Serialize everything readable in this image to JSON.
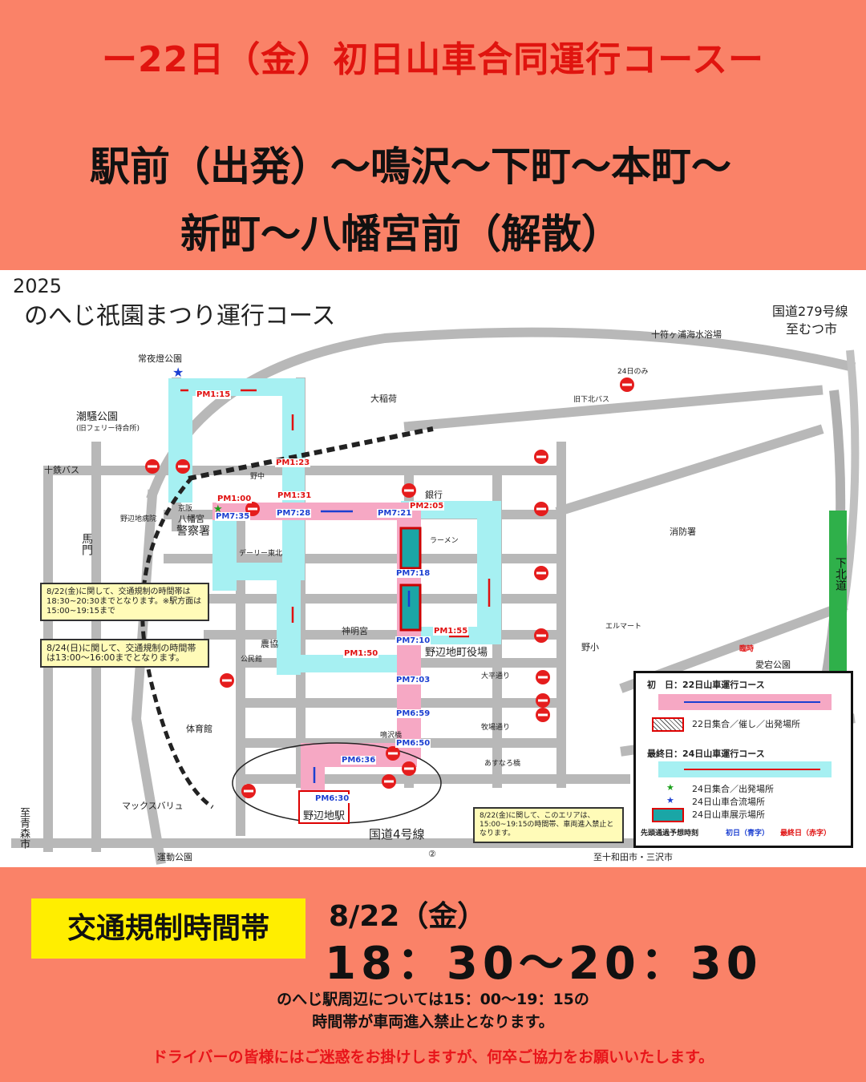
{
  "header": {
    "title": "ー22日（金）初日山車合同運行コースー",
    "route_line1": "駅前（出発）～鳴沢～下町～本町～",
    "route_line2": "新町～八幡宮前（解散）"
  },
  "map": {
    "year": "2025",
    "title": "のへじ祇園まつり運行コース",
    "places": {
      "route279": "国道279号線",
      "mutsu": "至むつ市",
      "tsunezumi": "常夜燈公園",
      "shiosai": "潮騒公園",
      "shiosai_sub": "(旧フェリー待合所)",
      "jutetsu": "十鉄バス",
      "tofu": "十符ヶ浦海水浴場",
      "oinari": "大稲荷",
      "bus_old": "旧下北バス",
      "only24": "24日のみ",
      "nonaka": "野中",
      "bank": "銀行",
      "station_hachiman": "八幡宮",
      "police": "警察署",
      "nobechi_clinic": "野辺地病院",
      "uma": "馬門",
      "fire": "消防署",
      "shimokita": "下北道",
      "noukyo": "農協",
      "shinmei": "神明宮",
      "town_hall": "野辺地町役場",
      "kouminkan": "公民館",
      "elmart": "エルマート",
      "nosho": "野小",
      "aimiya": "愛宕公園",
      "rinji": "臨時",
      "taiikukan": "体育館",
      "ohira": "大平通り",
      "makiba": "牧場通り",
      "asunaro": "あすなろ橋",
      "narusawa": "鳴沢橋",
      "ramen": "ラーメン",
      "maxvalu": "マックスバリュ",
      "aomori": "至青森市",
      "undo": "運動公園",
      "route4": "国道4号線",
      "towada": "至十和田市・三沢市",
      "station": "野辺地駅",
      "circle2": "②",
      "dairy": "デーリー東北",
      "keihan": "京阪"
    },
    "times_red": [
      "PM1:15",
      "PM1:23",
      "PM1:31",
      "PM1:00",
      "PM2:05",
      "PM1:55",
      "PM1:50"
    ],
    "times_blue": [
      "PM7:35",
      "PM7:28",
      "PM7:21",
      "PM7:18",
      "PM7:10",
      "PM7:03",
      "PM6:59",
      "PM6:50",
      "PM6:36",
      "PM6:30"
    ],
    "note1": "8/22(金)に関して、交通規制の時間帯は18:30~20:30までとなります。※駅方面は15:00~19:15まで",
    "note2": "8/24(日)に関して、交通規制の時間帯は13:00～16:00までとなります。",
    "note3": "8/22(金)に関して、このエリアは、15:00~19:15の時間帯、車両進入禁止となります。",
    "legend": {
      "day1": "初　日：22日山車運行コース",
      "day1_gather": "22日集合／催し／出発場所",
      "last": "最終日：24日山車運行コース",
      "green": "24日集合／出発場所",
      "blue": "24日山車合流場所",
      "display": "24日山車展示場所",
      "footer": "先頭通過予想時刻",
      "footer_blue": "初日（青字）",
      "footer_red": "最終日（赤字）"
    }
  },
  "bottom": {
    "badge": "交通規制時間帯",
    "date": "8/22（金）",
    "time": "18：30～20：30",
    "note1": "のへじ駅周辺については15：00～19：15の",
    "note2": "時間帯が車両進入禁止となります。",
    "apology": "ドライバーの皆様にはご迷惑をお掛けしますが、何卒ご協力をお願いいたします。"
  },
  "colors": {
    "bg": "#fa8268",
    "red_title": "#e0140f",
    "yellow": "#ffee00",
    "pink": "#f6a8c4",
    "cyan": "#a6f0f2"
  }
}
